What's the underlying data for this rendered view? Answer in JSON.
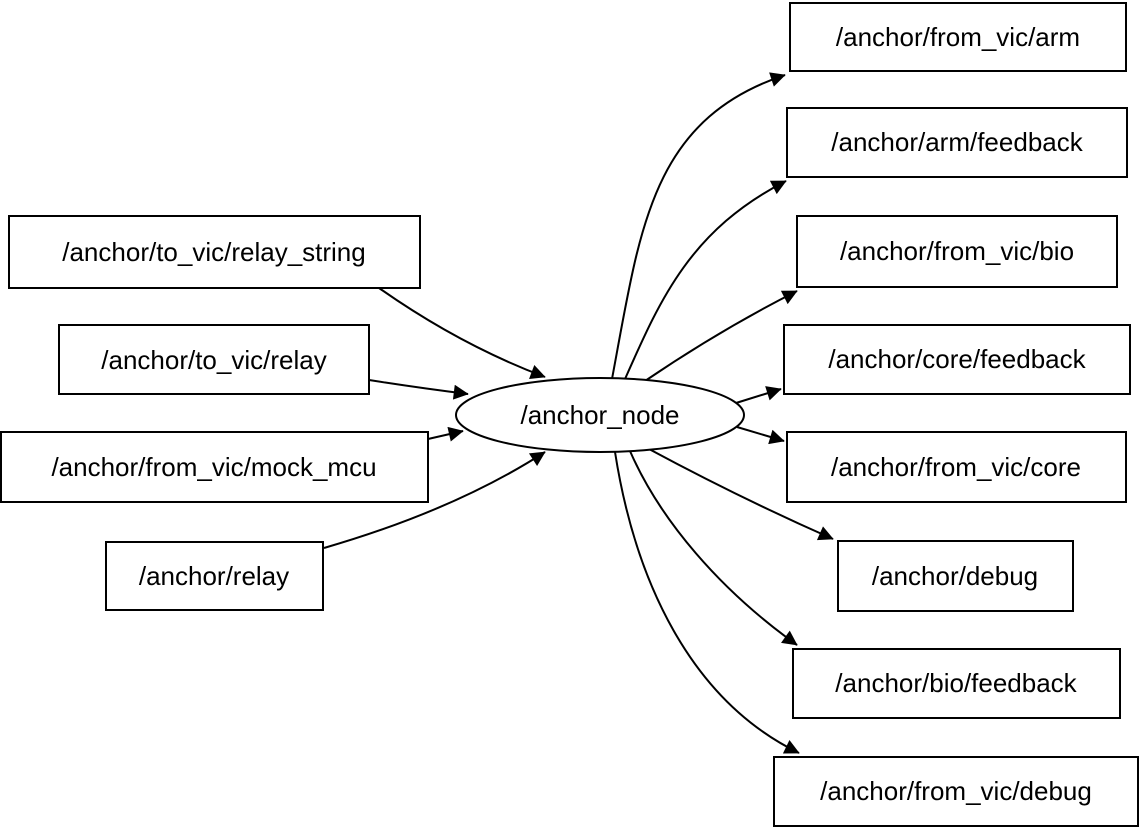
{
  "colors": {
    "background": "#ffffff",
    "node_fill": "#ffffff",
    "stroke": "#000000",
    "text": "#000000"
  },
  "node": {
    "label": "/anchor_node",
    "shape": "ellipse"
  },
  "input_topics": [
    {
      "label": "/anchor/to_vic/relay_string"
    },
    {
      "label": "/anchor/to_vic/relay"
    },
    {
      "label": "/anchor/from_vic/mock_mcu"
    },
    {
      "label": "/anchor/relay"
    }
  ],
  "output_topics": [
    {
      "label": "/anchor/from_vic/arm"
    },
    {
      "label": "/anchor/arm/feedback"
    },
    {
      "label": "/anchor/from_vic/bio"
    },
    {
      "label": "/anchor/core/feedback"
    },
    {
      "label": "/anchor/from_vic/core"
    },
    {
      "label": "/anchor/debug"
    },
    {
      "label": "/anchor/bio/feedback"
    },
    {
      "label": "/anchor/from_vic/debug"
    }
  ],
  "edges": [
    {
      "from": "/anchor/to_vic/relay_string",
      "to": "/anchor_node"
    },
    {
      "from": "/anchor/to_vic/relay",
      "to": "/anchor_node"
    },
    {
      "from": "/anchor/from_vic/mock_mcu",
      "to": "/anchor_node"
    },
    {
      "from": "/anchor/relay",
      "to": "/anchor_node"
    },
    {
      "from": "/anchor_node",
      "to": "/anchor/from_vic/arm"
    },
    {
      "from": "/anchor_node",
      "to": "/anchor/arm/feedback"
    },
    {
      "from": "/anchor_node",
      "to": "/anchor/from_vic/bio"
    },
    {
      "from": "/anchor_node",
      "to": "/anchor/core/feedback"
    },
    {
      "from": "/anchor_node",
      "to": "/anchor/from_vic/core"
    },
    {
      "from": "/anchor_node",
      "to": "/anchor/debug"
    },
    {
      "from": "/anchor_node",
      "to": "/anchor/bio/feedback"
    },
    {
      "from": "/anchor_node",
      "to": "/anchor/from_vic/debug"
    }
  ]
}
